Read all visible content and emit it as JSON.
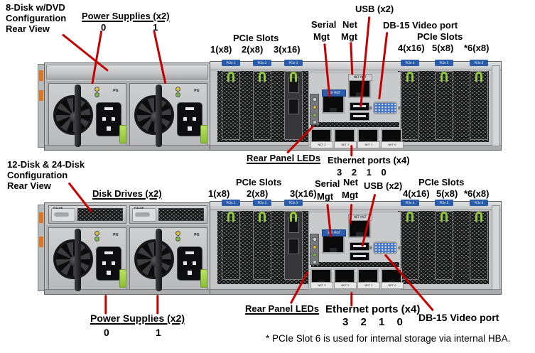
{
  "palette": {
    "annotation_red": "#c40000",
    "chassis_gray": "#c3c5c7",
    "slot_tab_blue": "#2a5caa",
    "latch_green": "#95c93d",
    "vga_blue": "#4a78c4",
    "bracket_orange": "#e0761e"
  },
  "footnote": "* PCIe Slot 6 is used for internal storage via internal HBA.",
  "hw": {
    "ser_mgt": "SER MGT",
    "net_mgt": "NET MGT",
    "eth_ports": [
      "NET 3",
      "NET 2",
      "NET 1",
      "NET 0"
    ],
    "slot_tabs": [
      "PCIe 1",
      "PCIe 2",
      "PCIe 3",
      "PCIe 4",
      "PCIe 5",
      "PCIe 6"
    ],
    "psu_led": "PG",
    "drive_filler": "FILLER"
  },
  "config1": {
    "title": "8-Disk w/DVD\nConfiguration\nRear View",
    "power_supplies": {
      "label": "Power Supplies (x2)",
      "unit0": "0",
      "unit1": "1"
    },
    "pcie_left": {
      "label": "PCIe Slots",
      "slot1": "1(x8)",
      "slot2": "2(x8)",
      "slot3": "3(x16)"
    },
    "pcie_right": {
      "label": "PCIe Slots",
      "slot4": "4(x16)",
      "slot5": "5(x8)",
      "slot6": "*6(x8)"
    },
    "serial_mgt": {
      "line1": "Serial",
      "line2": "Mgt"
    },
    "net_mgt": {
      "line1": "Net",
      "line2": "Mgt"
    },
    "usb": "USB (x2)",
    "db15": "DB-15 Video port",
    "rear_leds": "Rear Panel LEDs",
    "ethernet": {
      "label": "Ethernet ports (x4)",
      "numbers": "3 2 1 0"
    }
  },
  "config2": {
    "title": "12-Disk & 24-Disk\nConfiguration\nRear View",
    "disk_drives": "Disk Drives (x2)",
    "power_supplies": {
      "label": "Power Supplies (x2)",
      "unit0": "0",
      "unit1": "1"
    },
    "pcie_left": {
      "label": "PCIe Slots",
      "slot1": "1(x8)",
      "slot2": "2(x8)",
      "slot3": "3(x16)"
    },
    "pcie_right": {
      "label": "PCIe Slots",
      "slot4": "4(x16)",
      "slot5": "5(x8)",
      "slot6": "*6(x8)"
    },
    "serial_mgt": {
      "line1": "Serial",
      "line2": "Mgt"
    },
    "net_mgt": {
      "line1": "Net",
      "line2": "Mgt"
    },
    "usb": "USB (x2)",
    "db15": "DB-15 Video port",
    "rear_leds": "Rear Panel LEDs",
    "ethernet": {
      "label": "Ethernet ports (x4)",
      "numbers": "3 2 1 0"
    }
  }
}
